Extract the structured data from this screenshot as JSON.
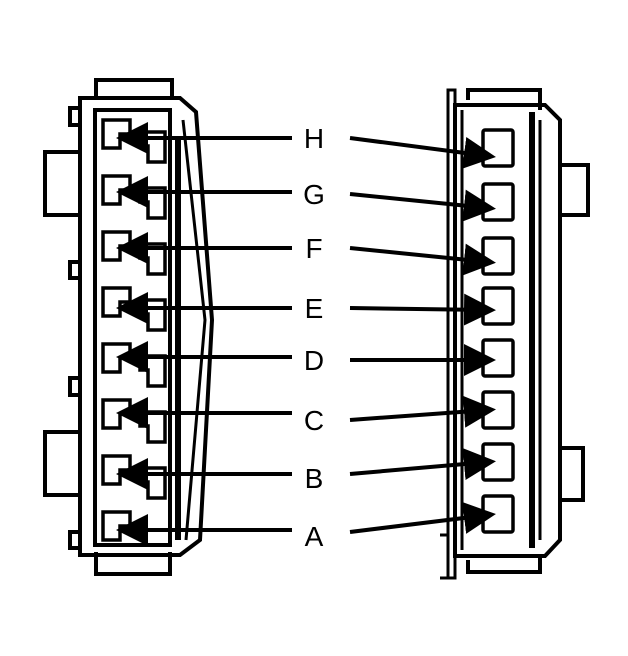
{
  "pins": [
    {
      "label": "H"
    },
    {
      "label": "G"
    },
    {
      "label": "F"
    },
    {
      "label": "E"
    },
    {
      "label": "D"
    },
    {
      "label": "C"
    },
    {
      "label": "B"
    },
    {
      "label": "A"
    }
  ]
}
